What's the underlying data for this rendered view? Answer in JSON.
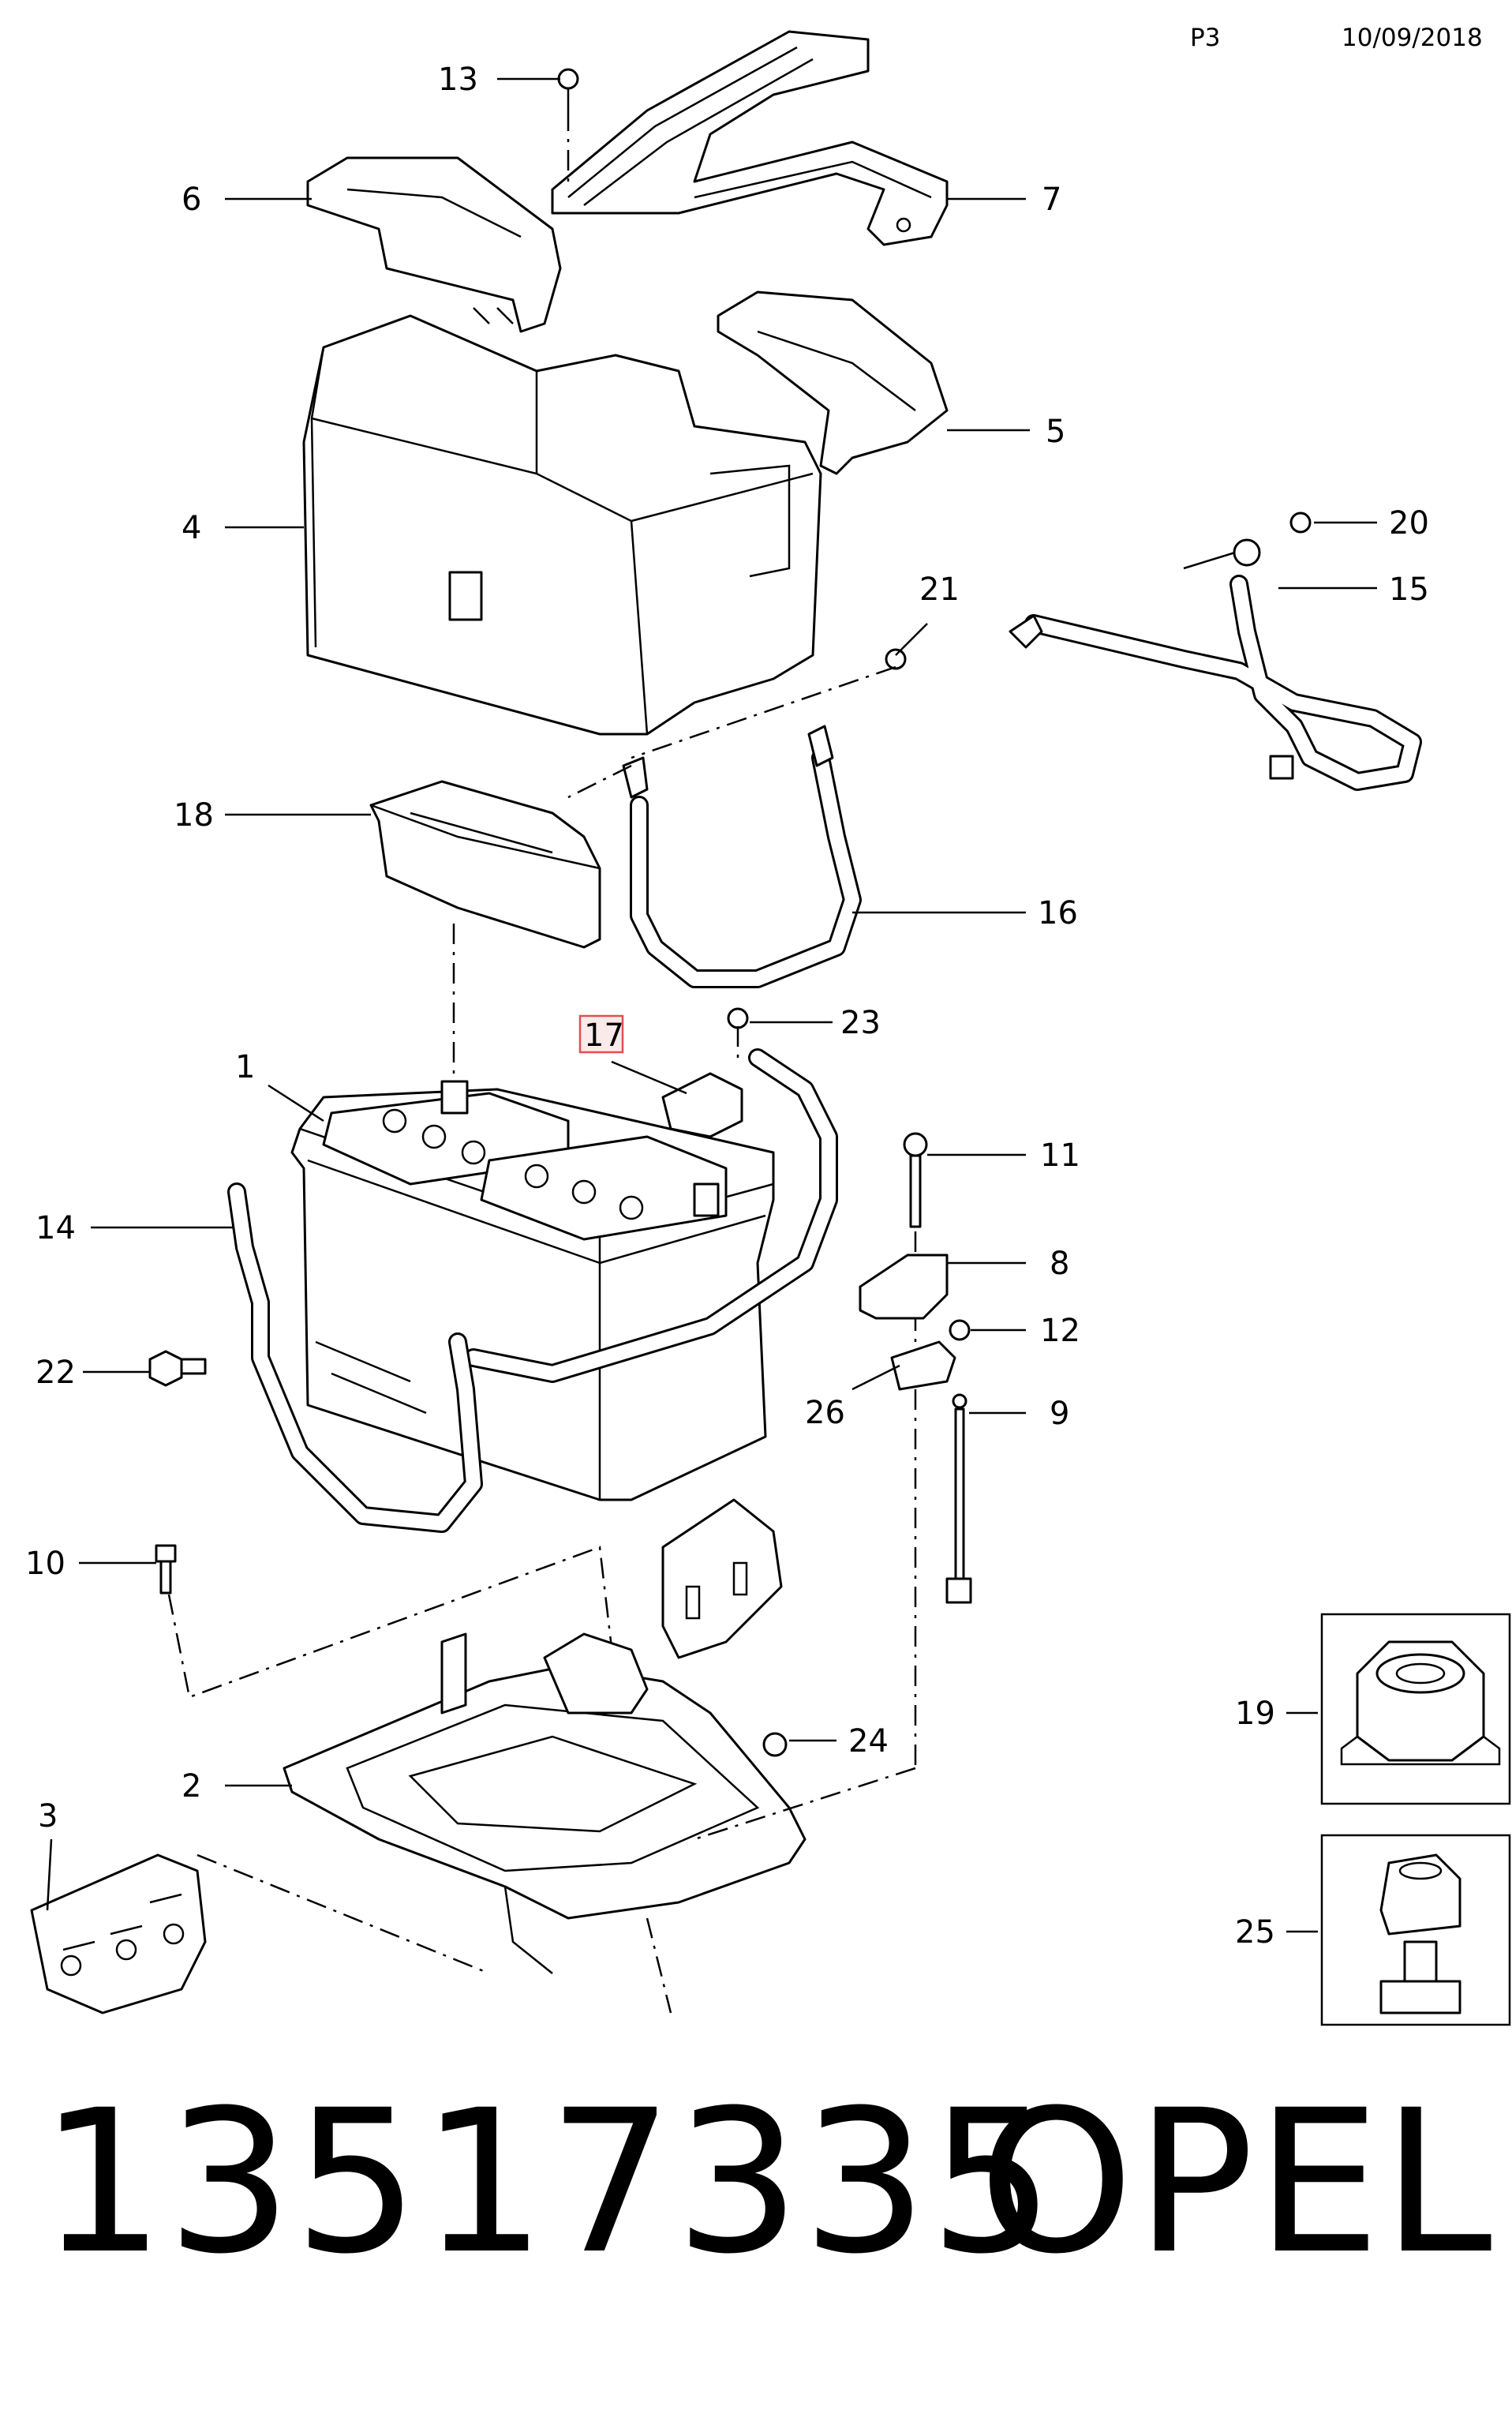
{
  "header": {
    "page": "P3",
    "date": "10/09/2018"
  },
  "footer": {
    "part_number": "13517335",
    "brand": "OPEL"
  },
  "callouts": [
    "1",
    "2",
    "3",
    "4",
    "5",
    "6",
    "7",
    "8",
    "9",
    "10",
    "11",
    "12",
    "13",
    "14",
    "15",
    "16",
    "17",
    "18",
    "19",
    "20",
    "21",
    "22",
    "23",
    "24",
    "25",
    "26"
  ],
  "highlight_callout": "17",
  "highlight_color": "#e05050"
}
